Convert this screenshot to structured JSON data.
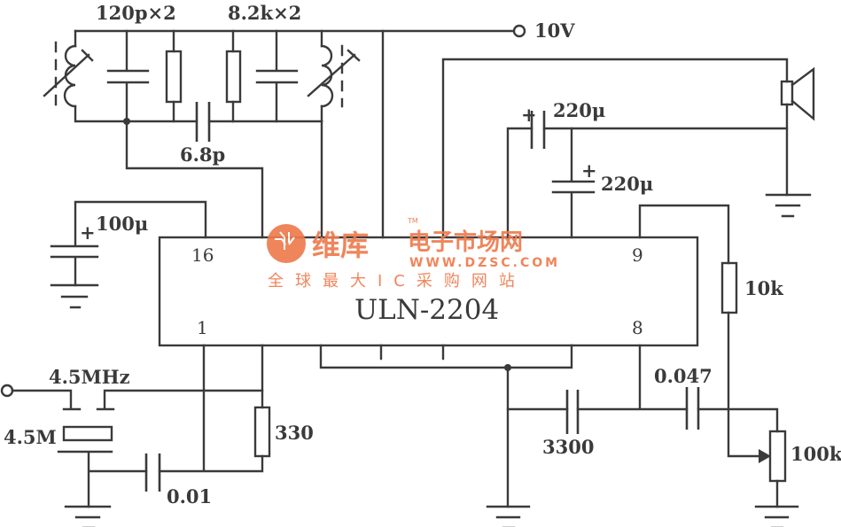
{
  "title": "ULN-2204 circuit schematic",
  "ic": {
    "name": "ULN-2204",
    "pins": {
      "p16": "16",
      "p1": "1",
      "p9": "9",
      "p8": "8"
    }
  },
  "labels": {
    "cap_pair": "120p×2",
    "res_pair": "8.2k×2",
    "coupling_cap": "6.8p",
    "supply": "10V",
    "cap_out": "220μ",
    "cap_boot": "220μ",
    "cap_bypass": "100μ",
    "res_fb": "10k",
    "crystal_freq": "4.5MHz",
    "crystal": "4.5M",
    "res_330": "330",
    "cap_001": "0.01",
    "cap_3300": "3300",
    "cap_0047": "0.047",
    "pot": "100k",
    "plus": "+"
  },
  "watermark": {
    "brand": "维库",
    "tm": "TM",
    "cn": "电子市场网",
    "url": "WWW.DZSC.COM",
    "slogan": "全球最大IC采购网站",
    "color": "#ee7b4e"
  }
}
